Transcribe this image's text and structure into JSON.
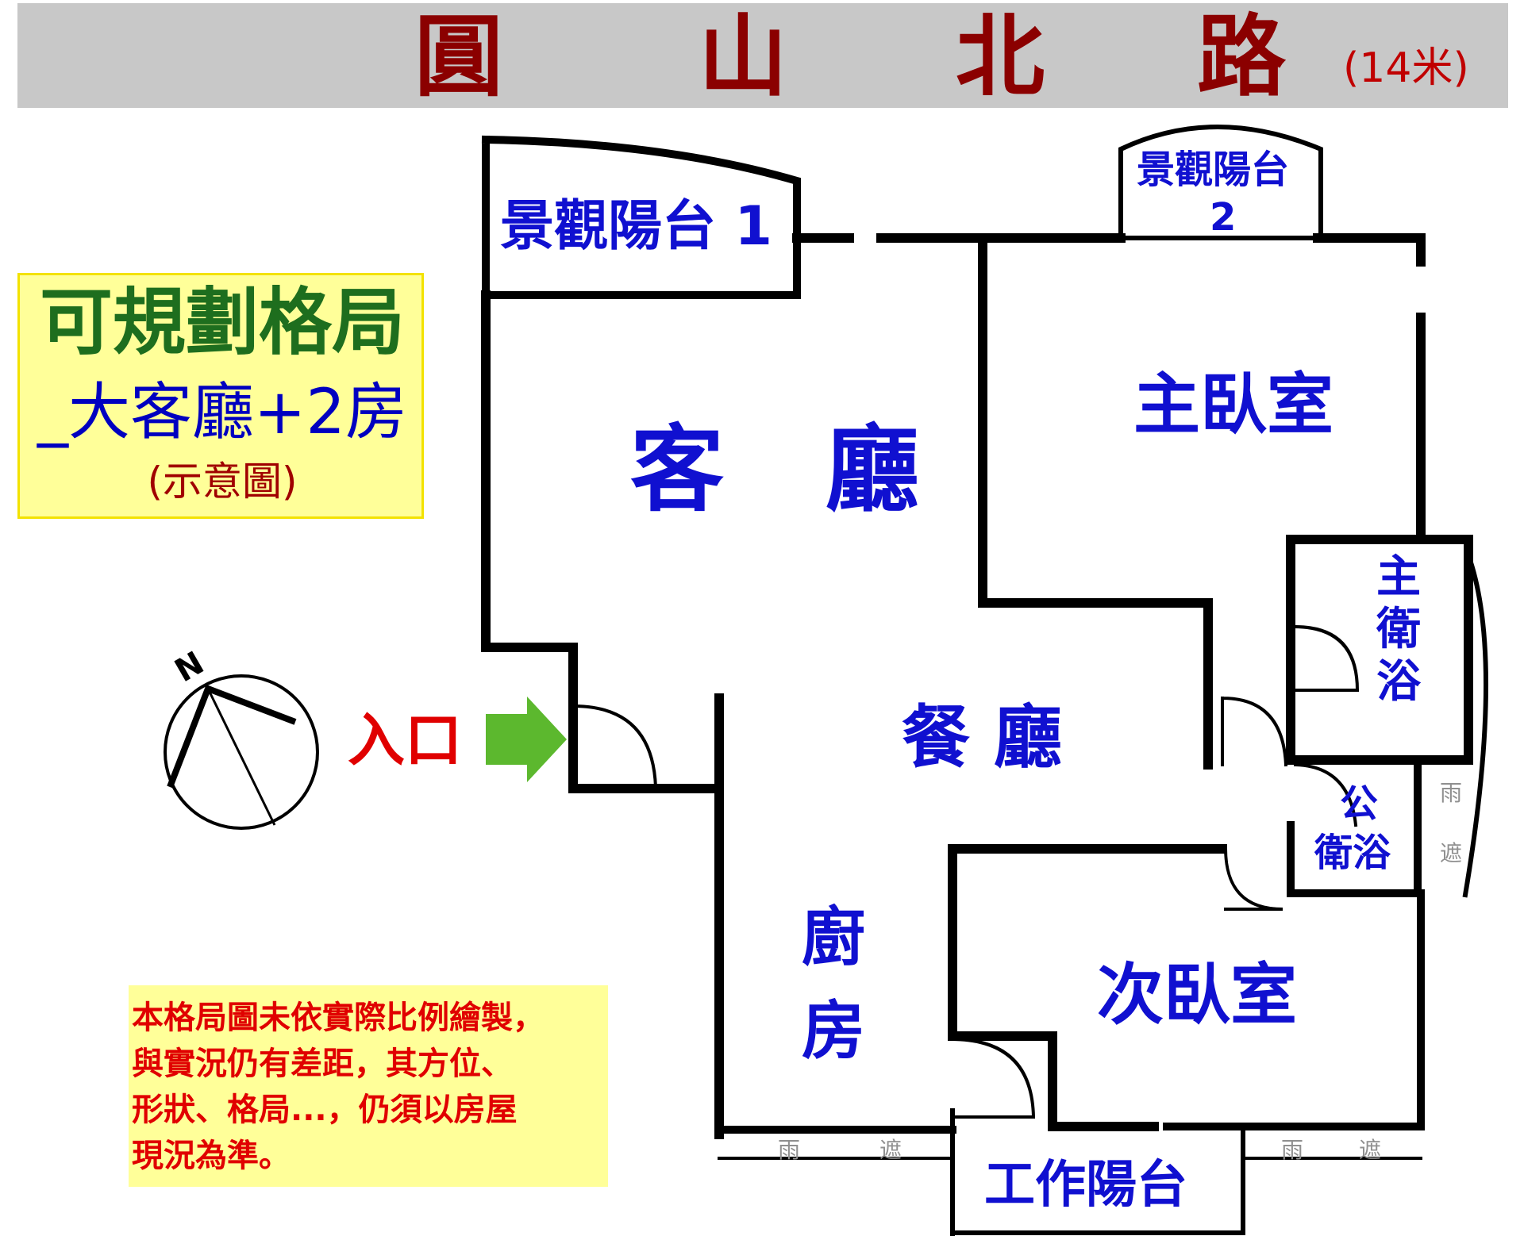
{
  "street": {
    "chars": [
      "圓",
      "山",
      "北",
      "路"
    ],
    "width": "(14米)"
  },
  "plan_label": {
    "title": "可規劃格局",
    "subtitle": "_大客廳+2房",
    "note": "(示意圖)"
  },
  "rooms": {
    "balcony_1": "景觀陽台 1",
    "balcony_2_line1": "景觀陽台",
    "balcony_2_line2": "2",
    "living_room_1": "客",
    "living_room_2": "廳",
    "master_bedroom": "主臥室",
    "master_bath": [
      "主",
      "衛",
      "浴"
    ],
    "dining_room": "餐 廳",
    "public_bath_1": "公",
    "public_bath_2": "衛浴",
    "kitchen": [
      "廚",
      "房"
    ],
    "second_bedroom": "次臥室",
    "service_balcony": "工作陽台",
    "rain_wall_1": "雨",
    "rain_wall_2": "遮"
  },
  "compass": {
    "north": "N"
  },
  "entrance": {
    "label": "入口"
  },
  "disclaimer": [
    "本格局圖未依實際比例繪製，",
    "與實況仍有差距，其方位、",
    "形狀、格局...，仍須以房屋",
    "現況為準。"
  ],
  "colors": {
    "street_bar": "#c8c8c8",
    "street_text": "#8b0000",
    "room_text": "#1010d0",
    "plan_title": "#1e6e1e",
    "arrow": "#5cb82e",
    "wall": "#000000",
    "note_bg": "#ffff99"
  }
}
